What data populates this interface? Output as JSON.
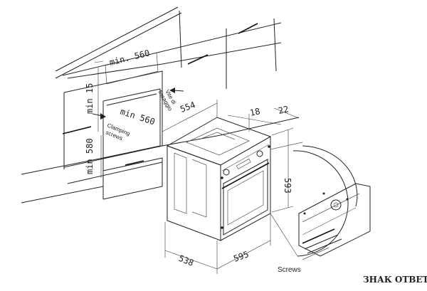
{
  "dimensions": {
    "min_560_top": "min. 560",
    "min_15": "min 15",
    "min_580": "min 580",
    "min_560_mid": "min 560",
    "d554": "554",
    "d18": "18",
    "d22": "22",
    "d593": "593",
    "d538": "538",
    "d595": "595"
  },
  "labels": {
    "vite_line1": "Vite di",
    "vite_line2": "fissaggio",
    "clamping_line1": "Clamping",
    "clamping_line2": "screws",
    "screws": "Screws"
  },
  "watermark": "ЗНАК ОТВЕТА"
}
